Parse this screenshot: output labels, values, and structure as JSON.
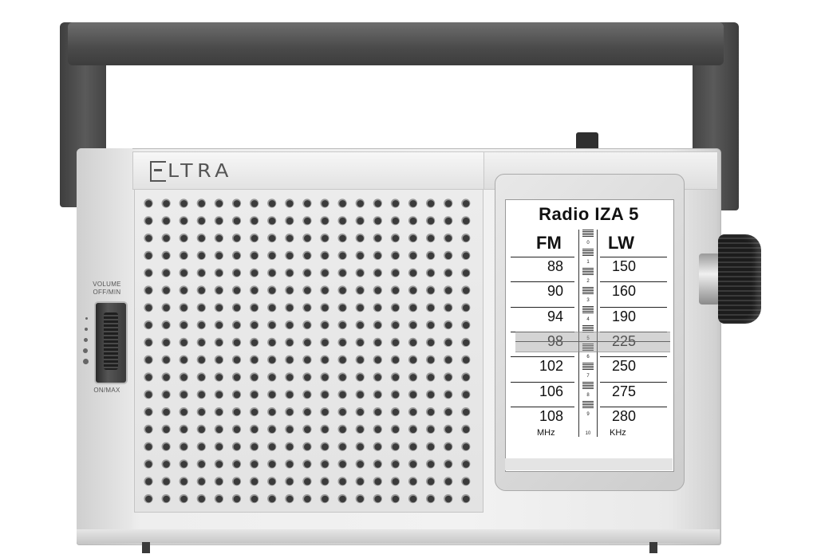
{
  "brand": {
    "logo_text": "LTRA"
  },
  "volume": {
    "label_top_line1": "VOLUME",
    "label_top_line2": "OFF/MIN",
    "label_bottom": "ON/MAX"
  },
  "dial": {
    "title": "Radio  IZA 5",
    "fm_band": "FM",
    "lw_band": "LW",
    "fm_marks": [
      "88",
      "90",
      "94",
      "98",
      "102",
      "106",
      "108"
    ],
    "lw_marks": [
      "150",
      "160",
      "190",
      "225",
      "250",
      "275",
      "280"
    ],
    "fm_unit": "MHz",
    "lw_unit": "KHz",
    "scale_numbers": [
      "0",
      "1",
      "2",
      "3",
      "4",
      "5",
      "6",
      "7",
      "8",
      "9",
      "10"
    ],
    "tuned_fm": "98",
    "tuned_lw": "225"
  },
  "colors": {
    "body": "#eeeeee",
    "handle": "#4a4a4a",
    "knob": "#1c1c1c",
    "dial_text": "#111111"
  },
  "icons": {
    "logo_mark": "eltra-e-icon",
    "knob": "tuning-knob-icon",
    "wheel": "volume-wheel-icon"
  }
}
